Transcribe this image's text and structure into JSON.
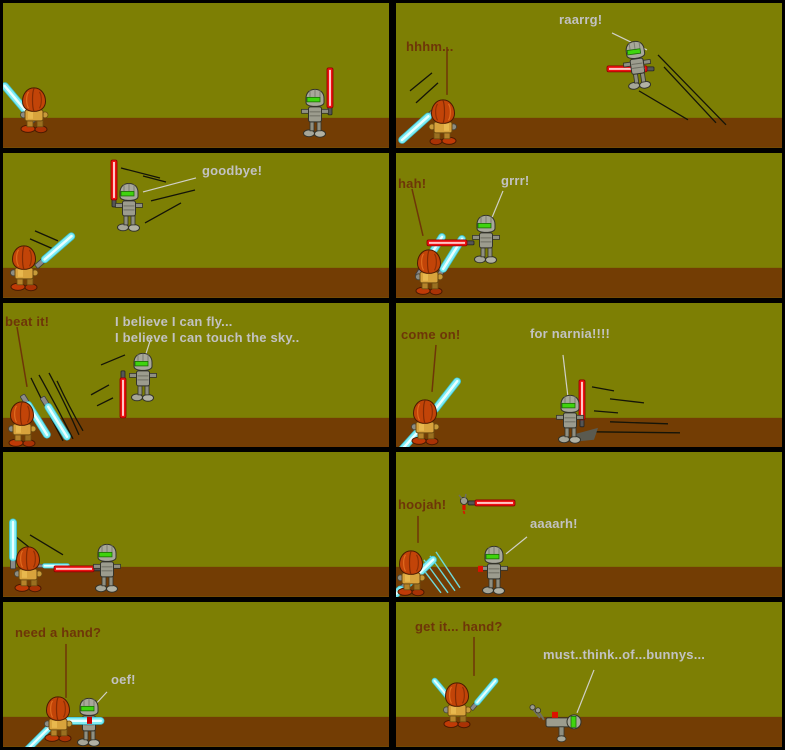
{
  "comic": {
    "palette": {
      "wall": "#7d7f04",
      "floor": "#733d04",
      "gutter": "#000000",
      "text_brown": "#6e3508",
      "text_gray": "#c2c2c2",
      "saber_cyan": "#7feef4",
      "saber_red": "#ee1212",
      "hero_orange": "#c24408",
      "droid_gray": "#9c9c8e",
      "visor_green": "#3fd40e"
    },
    "figures": {
      "hero": "orange-knight-figure",
      "droid": "gray-droid-figure"
    },
    "panels": [
      {
        "name": "panel-1",
        "captions": []
      },
      {
        "name": "panel-2",
        "captions": [
          {
            "text": "hhhm...",
            "color": "brown"
          },
          {
            "text": "raarrg!",
            "color": "gray"
          }
        ]
      },
      {
        "name": "panel-3",
        "captions": [
          {
            "text": "goodbye!",
            "color": "gray"
          }
        ]
      },
      {
        "name": "panel-4",
        "captions": [
          {
            "text": "hah!",
            "color": "brown"
          },
          {
            "text": "grrr!",
            "color": "gray"
          }
        ]
      },
      {
        "name": "panel-5",
        "captions": [
          {
            "text": "beat it!",
            "color": "brown"
          },
          {
            "text": "I believe I can fly...\nI believe I can touch the sky..",
            "color": "gray"
          }
        ]
      },
      {
        "name": "panel-6",
        "captions": [
          {
            "text": "come on!",
            "color": "brown"
          },
          {
            "text": "for narnia!!!!",
            "color": "gray"
          }
        ]
      },
      {
        "name": "panel-7",
        "captions": []
      },
      {
        "name": "panel-8",
        "captions": [
          {
            "text": "hoojah!",
            "color": "brown"
          },
          {
            "text": "aaaarh!",
            "color": "gray"
          }
        ]
      },
      {
        "name": "panel-9",
        "captions": [
          {
            "text": "need a hand?",
            "color": "brown"
          },
          {
            "text": "oef!",
            "color": "gray"
          }
        ]
      },
      {
        "name": "panel-10",
        "captions": [
          {
            "text": "get it... hand?",
            "color": "brown"
          },
          {
            "text": "must..think..of...bunnys...",
            "color": "gray"
          }
        ]
      }
    ]
  }
}
